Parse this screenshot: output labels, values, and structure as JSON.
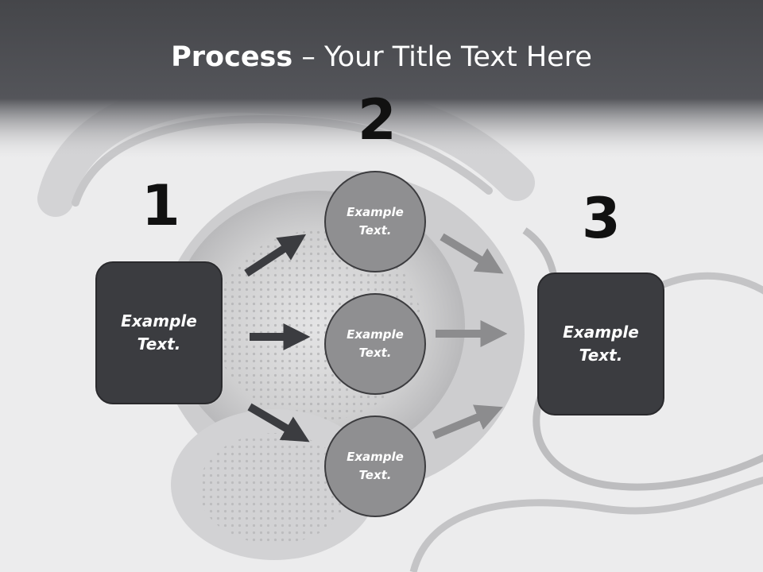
{
  "title": {
    "bold": "Process",
    "rest": " – Your Title Text Here"
  },
  "steps": [
    {
      "number": "1",
      "line1": "Example",
      "line2": "Text."
    },
    {
      "number": "2"
    },
    {
      "number": "3",
      "line1": "Example",
      "line2": "Text."
    }
  ],
  "circles": [
    {
      "line1": "Example",
      "line2": "Text."
    },
    {
      "line1": "Example",
      "line2": "Text."
    },
    {
      "line1": "Example",
      "line2": "Text."
    }
  ],
  "colors": {
    "header": "#4a4a4e",
    "box": "#3b3c40",
    "circle": "#8f8f91",
    "arrow_dark": "#3b3c40",
    "arrow_light": "#8c8c8e"
  }
}
